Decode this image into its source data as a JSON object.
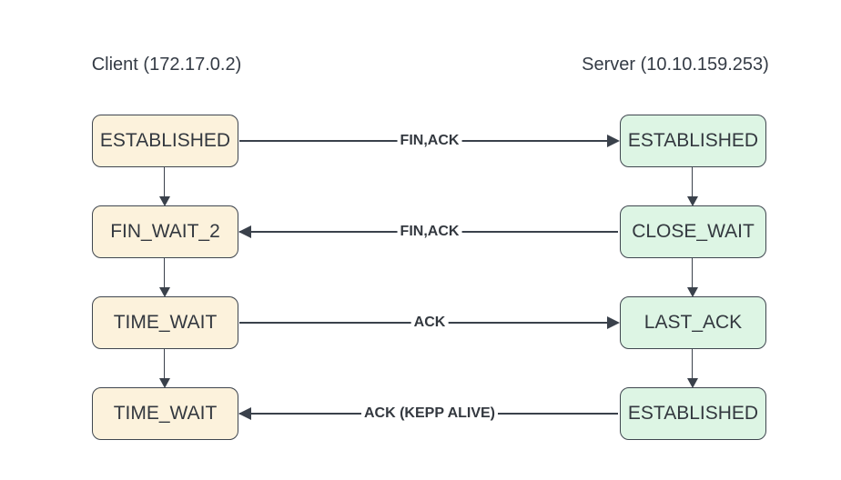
{
  "headers": {
    "client": "Client (172.17.0.2)",
    "server": "Server (10.10.159.253)"
  },
  "colors": {
    "client_box_fill": "#fcf2dc",
    "server_box_fill": "#ddf5e4",
    "box_border": "#3f464f",
    "line": "#3a414b",
    "text": "#33383f",
    "background": "#ffffff"
  },
  "rows": [
    {
      "client_state": "ESTABLISHED",
      "server_state": "ESTABLISHED",
      "message": "FIN,ACK",
      "direction": "right"
    },
    {
      "client_state": "FIN_WAIT_2",
      "server_state": "CLOSE_WAIT",
      "message": "FIN,ACK",
      "direction": "left"
    },
    {
      "client_state": "TIME_WAIT",
      "server_state": "LAST_ACK",
      "message": "ACK",
      "direction": "right"
    },
    {
      "client_state": "TIME_WAIT",
      "server_state": "ESTABLISHED",
      "message": "ACK (KEPP ALIVE)",
      "direction": "left"
    }
  ]
}
